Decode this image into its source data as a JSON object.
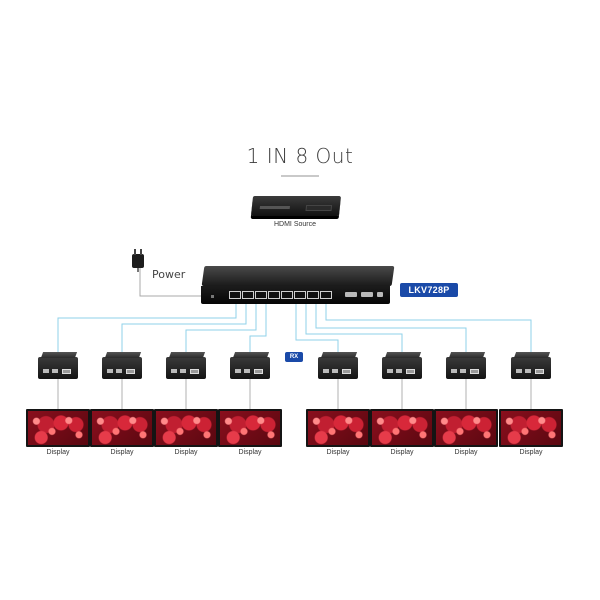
{
  "title": "1 IN 8 Out",
  "source_label": "HDMI Source",
  "power_label": "Power",
  "model": "LKV728P",
  "rx_label": "RX",
  "display_label": "Display",
  "colors": {
    "wire": "#8fd2ea",
    "badge": "#1a4aa8"
  },
  "icons": [
    "power-adapter-icon",
    "hdmi-source-icon",
    "splitter-icon",
    "receiver-icon",
    "display-icon"
  ],
  "outputs": 8
}
